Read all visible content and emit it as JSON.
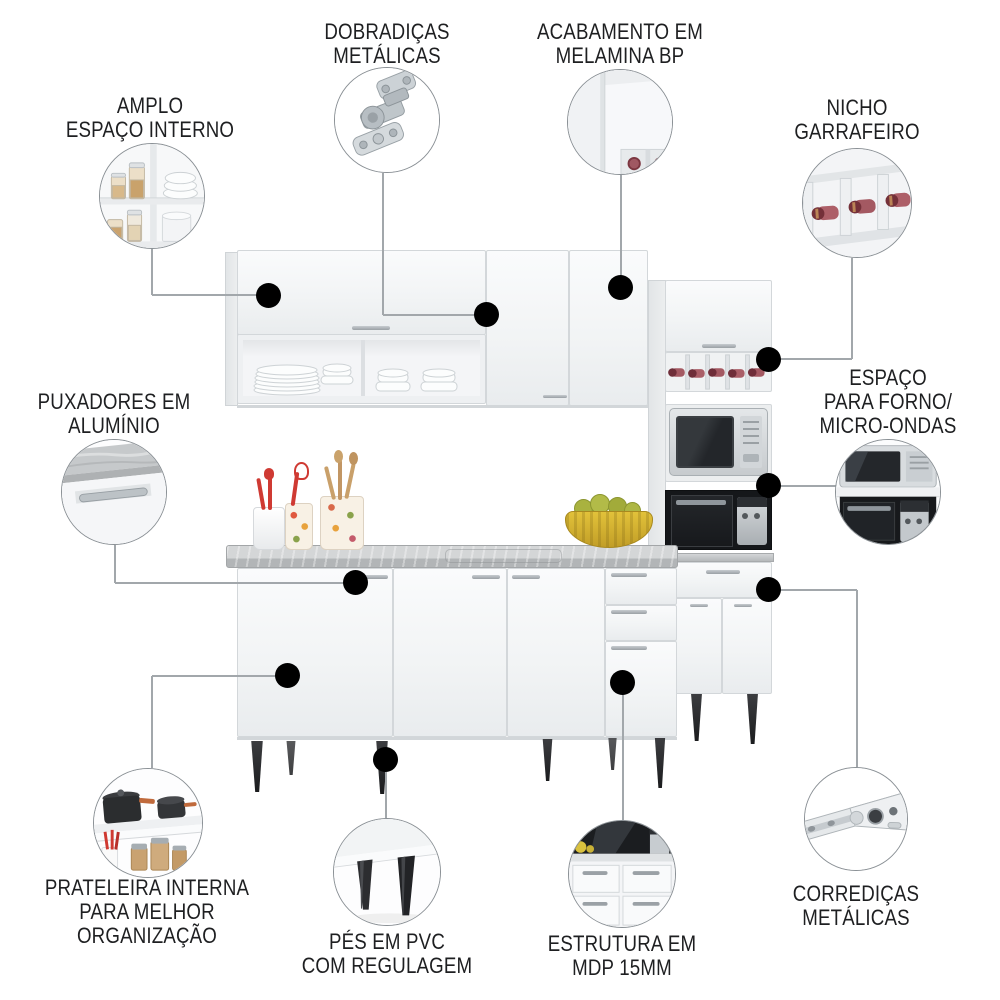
{
  "callouts": [
    {
      "id": "amplo-espaco-interno",
      "label": "AMPLO\nESPAÇO INTERNO",
      "icon": "open-cabinet-jars-icon"
    },
    {
      "id": "dobradicas-metalicas",
      "label": "DOBRADIÇAS\nMETÁLICAS",
      "icon": "metal-hinge-icon"
    },
    {
      "id": "acabamento-melamina-bp",
      "label": "ACABAMENTO EM\nMELAMINA BP",
      "icon": "melamine-corner-icon"
    },
    {
      "id": "nicho-garrafeiro",
      "label": "NICHO\nGARRAFEIRO",
      "icon": "wine-rack-icon"
    },
    {
      "id": "puxadores-aluminio",
      "label": "PUXADORES EM\nALUMÍNIO",
      "icon": "aluminum-handle-icon"
    },
    {
      "id": "espaco-forno-micro-ondas",
      "label": "ESPAÇO\nPARA FORNO/\nMICRO-ONDAS",
      "icon": "oven-microwave-icon"
    },
    {
      "id": "prateleira-interna",
      "label": "PRATELEIRA INTERNA\nPARA MELHOR\nORGANIZAÇÃO",
      "icon": "internal-shelf-icon"
    },
    {
      "id": "pes-pvc-regulagem",
      "label": "PÉS EM PVC\nCOM REGULAGEM",
      "icon": "pvc-feet-icon"
    },
    {
      "id": "estrutura-mdp",
      "label": "ESTRUTURA EM\nMDP 15MM",
      "icon": "mdp-structure-icon"
    },
    {
      "id": "corredicas-metalicas",
      "label": "CORREDIÇAS\nMETÁLICAS",
      "icon": "drawer-slide-icon"
    }
  ],
  "colors": {
    "bg": "#ffffff",
    "text": "#1e1f21",
    "line": "#a2a7ab",
    "dot": "#000000",
    "cabinet": "#f5f6f8",
    "cabinet_shade": "#e7e9eb",
    "counter_gray": "#bfc2c4",
    "feet_black": "#222326",
    "bottle_rose": "#a45962",
    "utensil_red": "#cf3a33",
    "wood_tan": "#c9a06a",
    "bowl_yellow": "#d9b92c",
    "pear_green": "#a9b23f"
  }
}
